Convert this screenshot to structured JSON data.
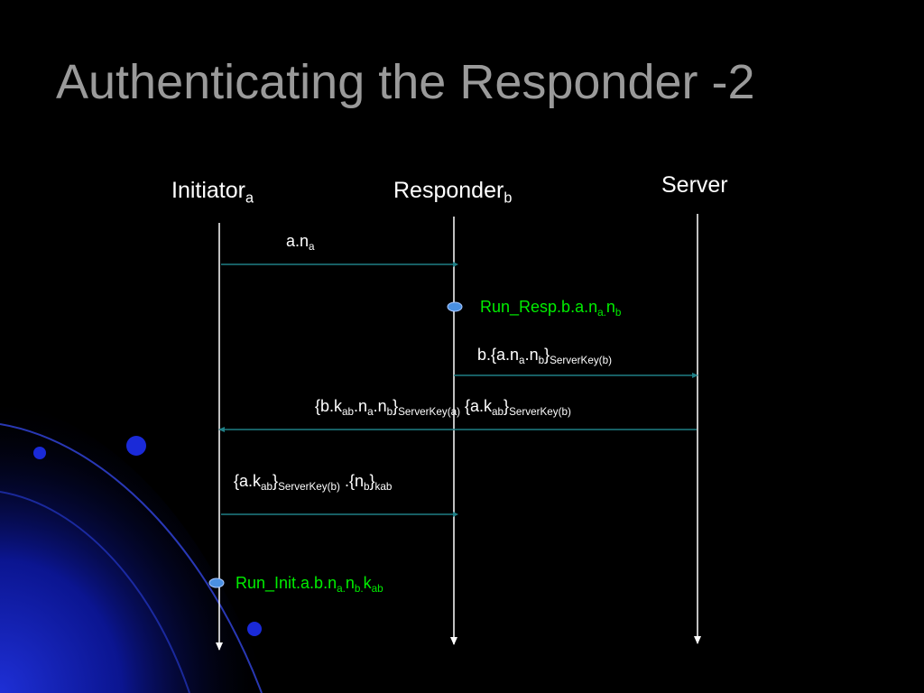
{
  "slide": {
    "title": "Authenticating the Responder -2"
  },
  "colors": {
    "background": "#000000",
    "title": "#9a9a9a",
    "lifeline": "#ffffff",
    "message_arrow": "#1f7f86",
    "event_text": "#00ee00",
    "event_dot": "#4a90e2"
  },
  "participants": {
    "initiator": {
      "name": "Initiator",
      "sub": "a"
    },
    "responder": {
      "name": "Responder",
      "sub": "b"
    },
    "server": {
      "name": "Server"
    }
  },
  "messages": {
    "m1": {
      "p1": "a.n",
      "s1": "a"
    },
    "m2": {
      "p1": "b.{a.n",
      "s1": "a",
      "p2": ".n",
      "s2": "b",
      "p3": "}",
      "s3": "ServerKey(b)"
    },
    "m3": {
      "p1": "{b.k",
      "s1": "ab",
      "p2": ".n",
      "s2": "a",
      "p3": ".n",
      "s3": "b",
      "p4": "}",
      "s4": "ServerKey(a)",
      "p5": "{a.k",
      "s5": "ab",
      "p6": "}",
      "s6": "ServerKey(b)"
    },
    "m4": {
      "p1": "{a.k",
      "s1": "ab",
      "p2": "}",
      "s2": "ServerKey(b)",
      "p3": ".{n",
      "s3": "b",
      "p4": "}",
      "s4": "kab"
    }
  },
  "events": {
    "run_resp": {
      "p1": "Run_Resp.b.a.n",
      "s1": "a.",
      "p2": "n",
      "s2": "b"
    },
    "run_init": {
      "p1": "Run_Init.a.b.n",
      "s1": "a.",
      "p2": "n",
      "s2": "b.",
      "p3": "k",
      "s3": "ab"
    }
  }
}
